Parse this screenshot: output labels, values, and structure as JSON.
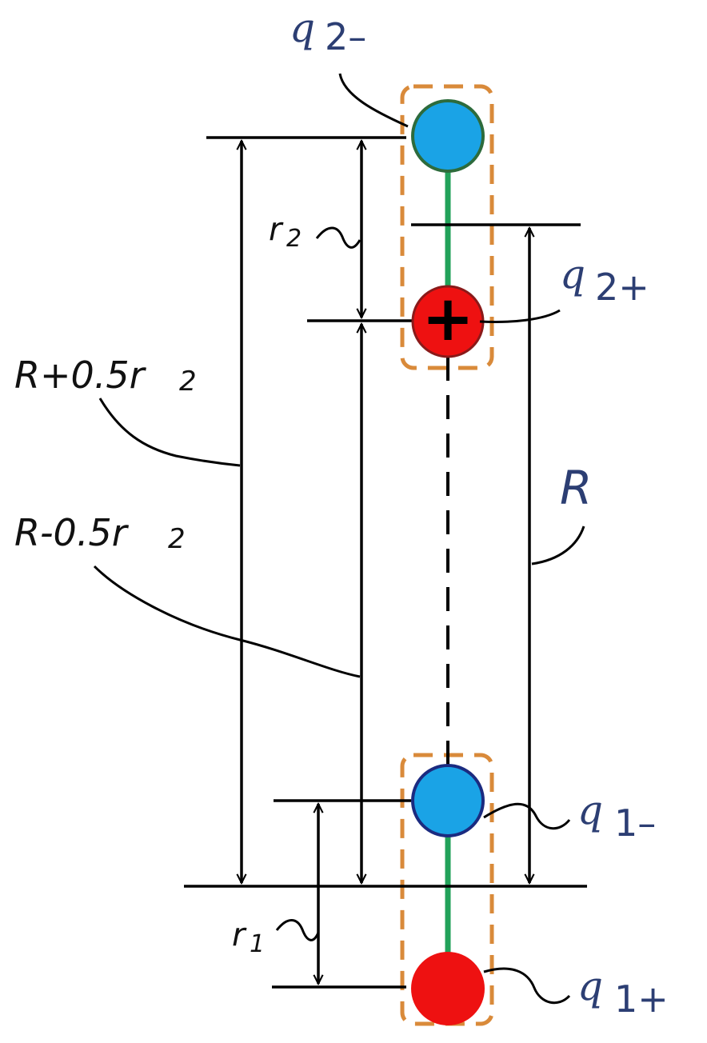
{
  "labels": {
    "q2_minus": {
      "q": "q",
      "sub": "2–"
    },
    "q2_plus": {
      "q": "q",
      "sub": "2+"
    },
    "q1_minus": {
      "q": "q",
      "sub": "1–"
    },
    "q1_plus": {
      "q": "q",
      "sub": "1+"
    },
    "r2": {
      "main": "r",
      "sub": "2"
    },
    "r1": {
      "main": "r",
      "sub": "1"
    },
    "R": "R",
    "R_plus": {
      "main": "R+0.5r",
      "sub": "2"
    },
    "R_minus": {
      "main": "R-0.5r",
      "sub": "2"
    },
    "plus_sign": "+"
  },
  "colors": {
    "negative_charge": "#1aa3e6",
    "positive_charge": "#ee1111",
    "bond": "#22a25a",
    "dipole_box": "#d98a3a",
    "lines": "#000000",
    "label_q": "#2c3e73"
  }
}
